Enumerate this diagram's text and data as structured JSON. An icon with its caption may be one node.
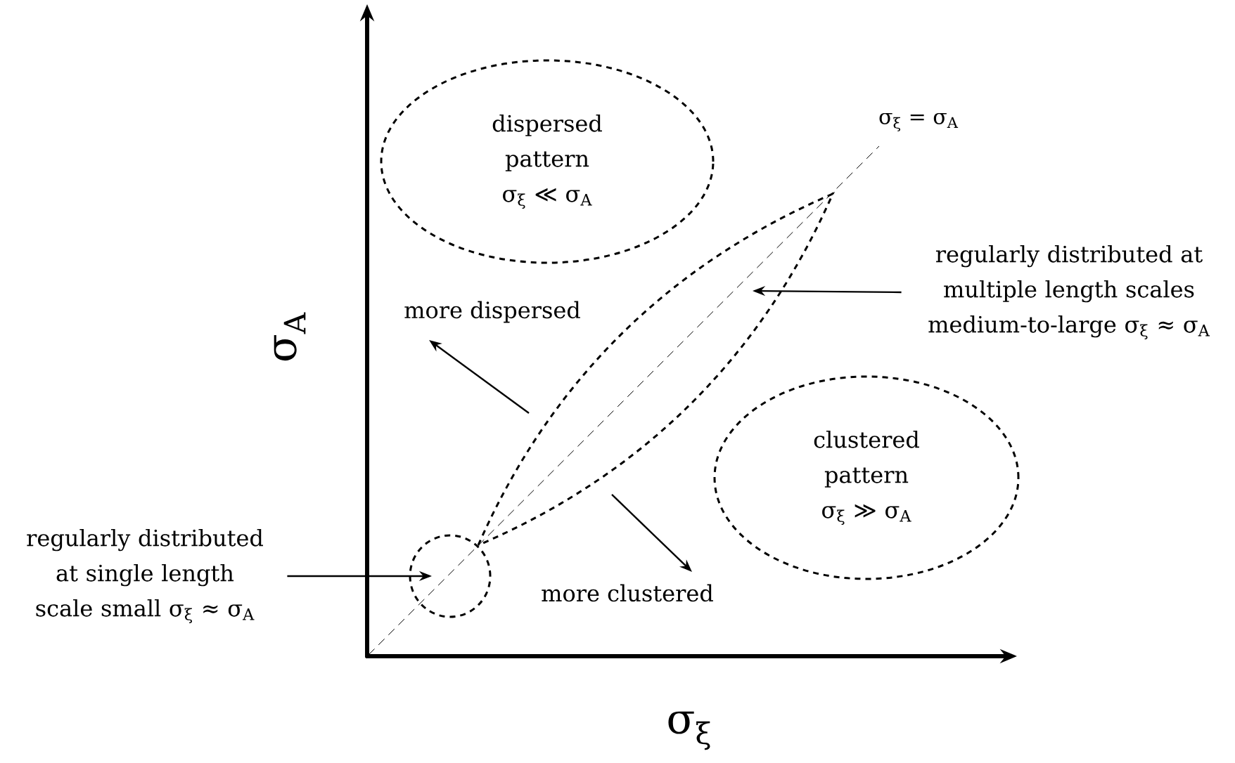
{
  "diagram": {
    "nodes": [
      {
        "text": [
          "dispersed pattern",
          "σ$_{ξ}$ ≪ σ$_{A}$"
        ]
      },
      {
        "text": [],
        "shape": "lens"
      },
      {
        "text": [
          "clustered pattern",
          "σ$_{ξ}$ ≫ σ$_{A}$"
        ]
      },
      {
        "text": [],
        "shape": "circle"
      },
      {
        "text": [
          "regularly distributed at multiple length scales medium-to-large σ$_{ξ}$ ≈ σ$_{A}$"
        ]
      },
      {
        "text": [
          "regularly distributed at single length scale small σ$_{ξ}$ ≈ σ$_{A}$"
        ]
      }
    ],
    "edges": [
      {
        "from": 4,
        "to": 1,
        "arrow": "to"
      },
      {
        "from": 5,
        "to": 3,
        "arrow": "to"
      }
    ],
    "labels": [
      "σ$_{ξ}$ = σ$_{A}$",
      "more dispersed",
      "σ$_{A}$",
      "more clustered",
      "σ$_{ξ}$"
    ]
  }
}
